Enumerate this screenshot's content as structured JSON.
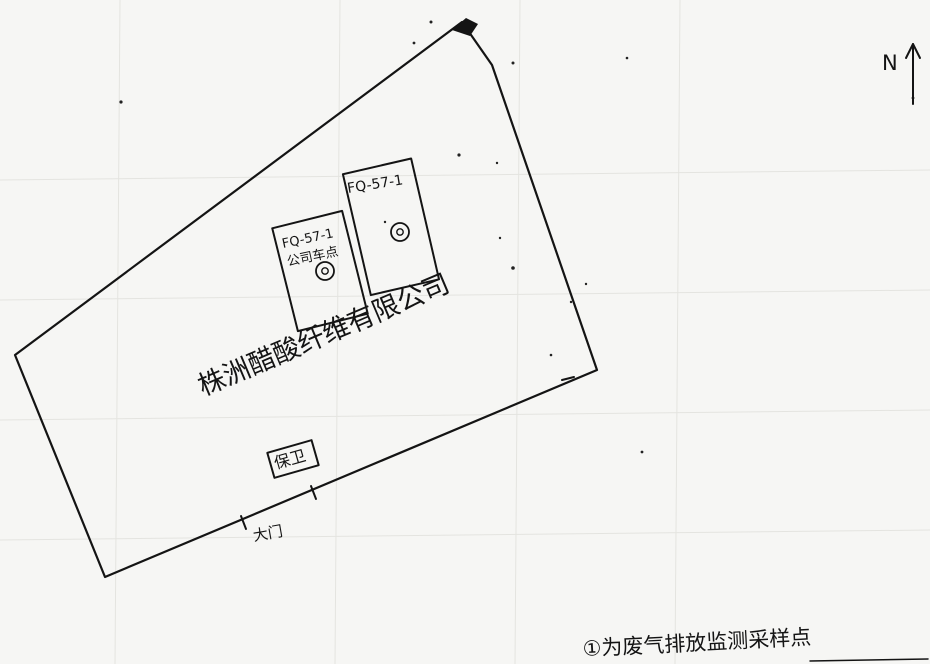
{
  "north_label": "N",
  "company_name": "株洲醋酸纤维有限公司",
  "sample_points": [
    {
      "id": "FQ-57-1",
      "marker": "①",
      "note": ""
    },
    {
      "id": "FQ-57-1",
      "marker": "①",
      "note": "公司车点"
    }
  ],
  "guard_room": "保卫",
  "main_gate": "大门",
  "legend_text": "①为废气排放监测采样点",
  "colors": {
    "ink": "#141414",
    "paper": "#f6f6f4"
  }
}
